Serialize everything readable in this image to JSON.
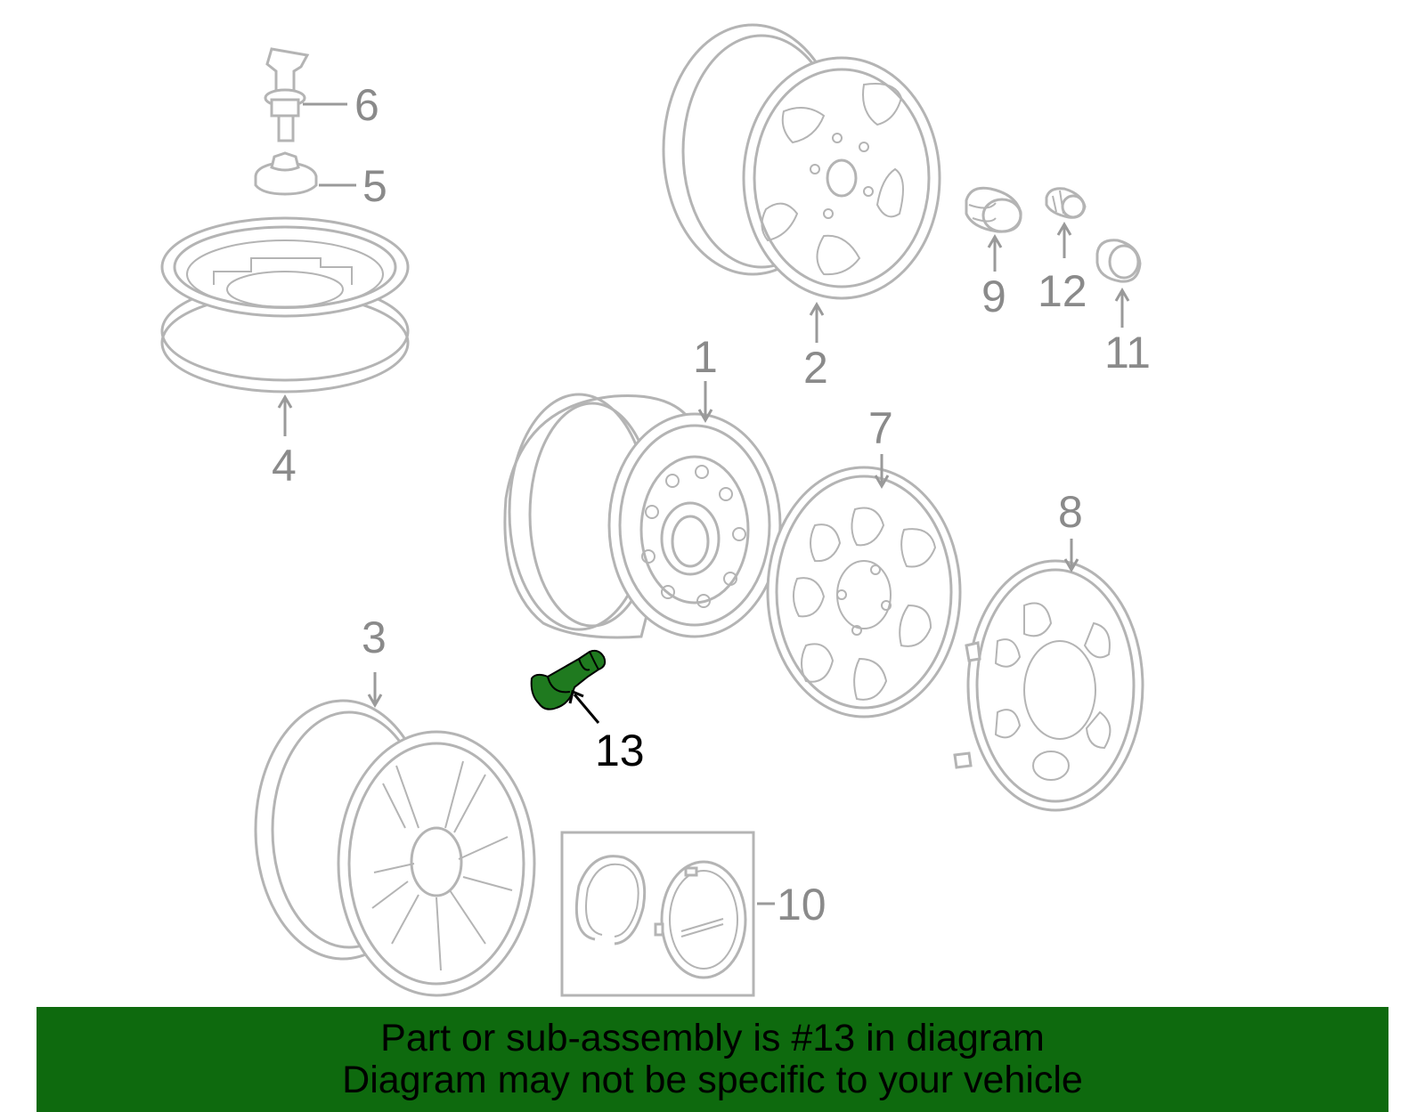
{
  "diagram": {
    "callouts": [
      "1",
      "2",
      "3",
      "4",
      "5",
      "6",
      "7",
      "8",
      "9",
      "10",
      "11",
      "12",
      "13"
    ],
    "highlighted_part": "13",
    "colors": {
      "highlight": "#1f7a1f",
      "line": "#b4b4b4",
      "label": "#8a8a8a"
    }
  },
  "banner": {
    "line1": "Part or sub-assembly is #13 in diagram",
    "line2": "Diagram may not be specific to your vehicle",
    "background": "#0e6a0e"
  }
}
